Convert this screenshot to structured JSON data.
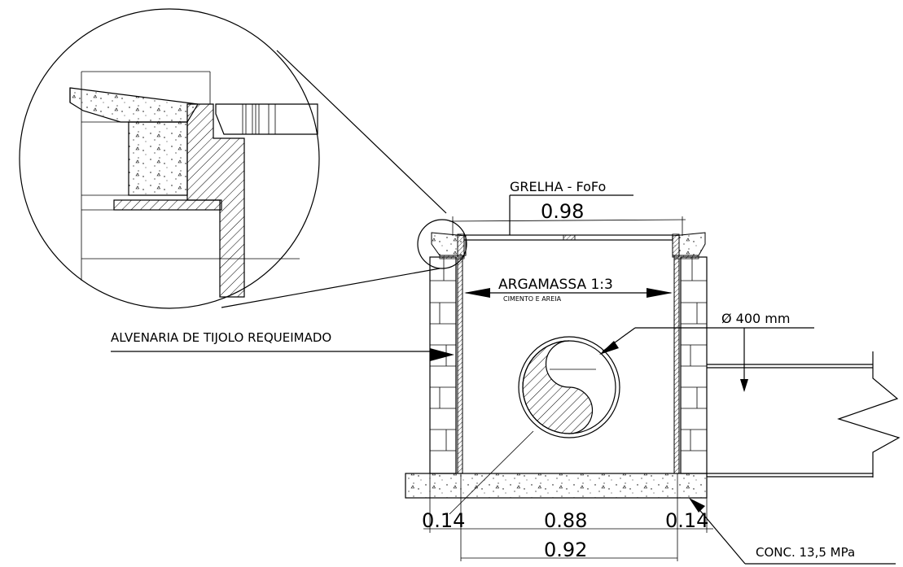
{
  "labels": {
    "grate": "GRELHA - FoFo",
    "mortar": "ARGAMASSA 1:3",
    "mortar_sub": "CIMENTO E AREIA",
    "masonry": "ALVENARIA DE TIJOLO REQUEIMADO",
    "pipe": "Ø 400 mm",
    "concrete": "CONC. 13,5 MPa"
  },
  "dimensions": {
    "top_width": "0.98",
    "wall_left": "0.14",
    "inner_width": "0.88",
    "wall_right": "0.14",
    "base_width": "0.92"
  }
}
